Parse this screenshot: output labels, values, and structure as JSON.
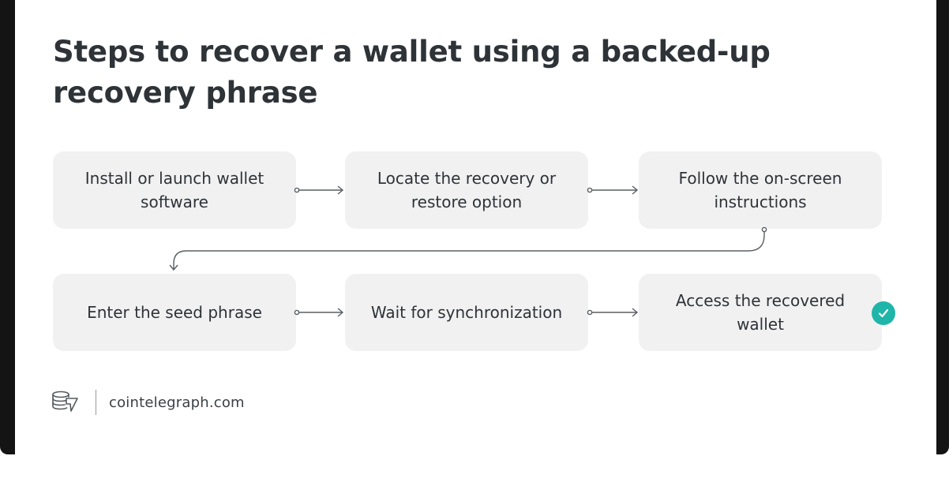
{
  "title": "Steps to recover a wallet using a backed-up recovery phrase",
  "steps": [
    {
      "label": "Install or launch wallet software"
    },
    {
      "label": "Locate the recovery or restore option"
    },
    {
      "label": "Follow the on-screen instructions"
    },
    {
      "label": "Enter the seed phrase"
    },
    {
      "label": "Wait for synchronization"
    },
    {
      "label": "Access the recovered wallet"
    }
  ],
  "completion_icon": "checkmark-icon",
  "brand": {
    "icon": "cointelegraph-logo-icon",
    "name": "cointelegraph.com"
  },
  "colors": {
    "text": "#2e3338",
    "box": "#f1f1f1",
    "accent": "#1fb5a9",
    "frame": "#141414"
  }
}
